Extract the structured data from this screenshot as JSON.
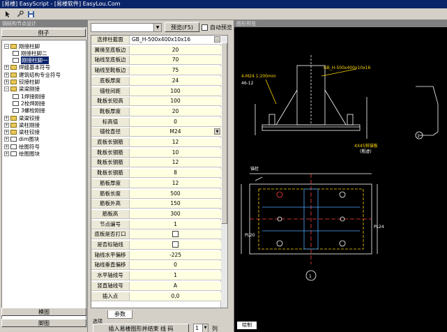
{
  "window": {
    "title": "[易楼] EasyScript - [易楼软件] EasyLou.Com"
  },
  "toolbar": {
    "icons": [
      "arrow-tool-icon",
      "wrench-tool-icon",
      "save-icon"
    ]
  },
  "left_panel": {
    "header": "钢结构节点设计",
    "tab": "例子",
    "tree": [
      {
        "label": "刚接柱脚",
        "expanded": true,
        "level": 0,
        "kind": "folder"
      },
      {
        "label": "刚接柱脚二",
        "level": 1,
        "kind": "doc"
      },
      {
        "label": "刚接柱脚一",
        "level": 1,
        "kind": "doc",
        "selected": true
      },
      {
        "label": "焊缝基本符号",
        "level": 0,
        "kind": "folder",
        "expanded": false
      },
      {
        "label": "建筑结构专业符号",
        "level": 0,
        "kind": "folder",
        "expanded": false
      },
      {
        "label": "铰接柱脚",
        "level": 0,
        "kind": "folder",
        "expanded": false
      },
      {
        "label": "梁梁刚接",
        "expanded": true,
        "level": 0,
        "kind": "folder"
      },
      {
        "label": "1焊接刚接",
        "level": 1,
        "kind": "doc"
      },
      {
        "label": "2栓焊刚接",
        "level": 1,
        "kind": "doc"
      },
      {
        "label": "3螺栓刚接",
        "level": 1,
        "kind": "doc"
      },
      {
        "label": "梁梁铰接",
        "level": 0,
        "kind": "folder",
        "expanded": false
      },
      {
        "label": "梁柱刚接",
        "level": 0,
        "kind": "folder",
        "expanded": false
      },
      {
        "label": "梁柱铰接",
        "level": 0,
        "kind": "folder",
        "expanded": false
      },
      {
        "label": "dim图块",
        "level": 0,
        "kind": "doc"
      },
      {
        "label": "绘图符号",
        "level": 0,
        "kind": "doc"
      },
      {
        "label": "绘图图块",
        "level": 0,
        "kind": "doc"
      }
    ],
    "bottom_tabs": [
      "模图",
      "脚图"
    ]
  },
  "middle_panel": {
    "combo_value": "",
    "preview_button": "预览(F5)",
    "auto_preview_label": "自动预览",
    "params": [
      {
        "key": "选择柱截面",
        "value": "GB_H-500x400x10x16",
        "type": "dropdown-dots"
      },
      {
        "key": "翼缘至底板边",
        "value": "20"
      },
      {
        "key": "轴线至底板边",
        "value": "70"
      },
      {
        "key": "轴线至靴板边",
        "value": "75"
      },
      {
        "key": "底板厚度",
        "value": "24"
      },
      {
        "key": "锚栓间距",
        "value": "100"
      },
      {
        "key": "靴板长短高",
        "value": "100"
      },
      {
        "key": "靴板厚度",
        "value": "20"
      },
      {
        "key": "标高值",
        "value": "0"
      },
      {
        "key": "锚栓直径",
        "value": "M24",
        "type": "dropdown"
      },
      {
        "key": "底板长钢筋",
        "value": "12"
      },
      {
        "key": "靴板长钢筋",
        "value": "10"
      },
      {
        "key": "靴板长钢筋",
        "value": "12"
      },
      {
        "key": "靴板长钢筋",
        "value": "8"
      },
      {
        "key": "筋板厚度",
        "value": "12"
      },
      {
        "key": "筋板长度",
        "value": "500"
      },
      {
        "key": "筋板外高",
        "value": "150"
      },
      {
        "key": "筋板高",
        "value": "300"
      },
      {
        "key": "节点编号",
        "value": "1"
      },
      {
        "key": "底板是否打口",
        "value": "",
        "type": "checkbox"
      },
      {
        "key": "是否标轴线",
        "value": "",
        "type": "checkbox"
      },
      {
        "key": "轴线水平偏移",
        "value": "-225"
      },
      {
        "key": "轴线垂直偏移",
        "value": "0"
      },
      {
        "key": "水平轴线号",
        "value": "1"
      },
      {
        "key": "竖直轴线号",
        "value": "A"
      },
      {
        "key": "插入点",
        "value": "0,0"
      }
    ],
    "tab": "参数",
    "group_label": "选项",
    "run_button": "插入易楼图形并结束   线   码",
    "column_count": "1",
    "column_label": "列"
  },
  "right_panel": {
    "header": "图形预览",
    "tab": "绘制",
    "drawing_labels": {
      "section_callout": "GB_H-500x400x10x16",
      "top_left_note": "4-M24 1:200mm",
      "side_note": "46-12",
      "dim_label": "锚栓",
      "weld_note": "4X45斜锚板",
      "weld_note2": "(粗虚)",
      "axis_label": "1",
      "plate_label": "PL24",
      "bottom_label": "PL20",
      "circle_num": "1"
    }
  }
}
